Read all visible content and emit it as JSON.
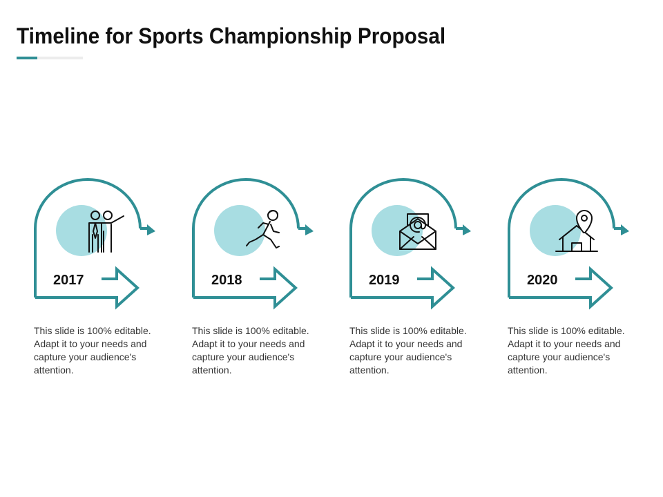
{
  "slide": {
    "title": "Timeline for Sports Championship Proposal",
    "accent_color": "#2f8f95",
    "circle_color": "#a8dde2"
  },
  "steps": [
    {
      "year": "2017",
      "icon": "two-people-pointing-icon",
      "description": "This slide is 100% editable. Adapt it to your needs and capture your audience's attention."
    },
    {
      "year": "2018",
      "icon": "running-athlete-icon",
      "description": "This slide is 100% editable. Adapt it to your needs and capture your audience's attention."
    },
    {
      "year": "2019",
      "icon": "email-envelope-icon",
      "description": "This slide is 100% editable. Adapt it to your needs and capture your audience's attention."
    },
    {
      "year": "2020",
      "icon": "home-location-icon",
      "description": "This slide is 100% editable. Adapt it to your needs and capture your audience's attention."
    }
  ]
}
